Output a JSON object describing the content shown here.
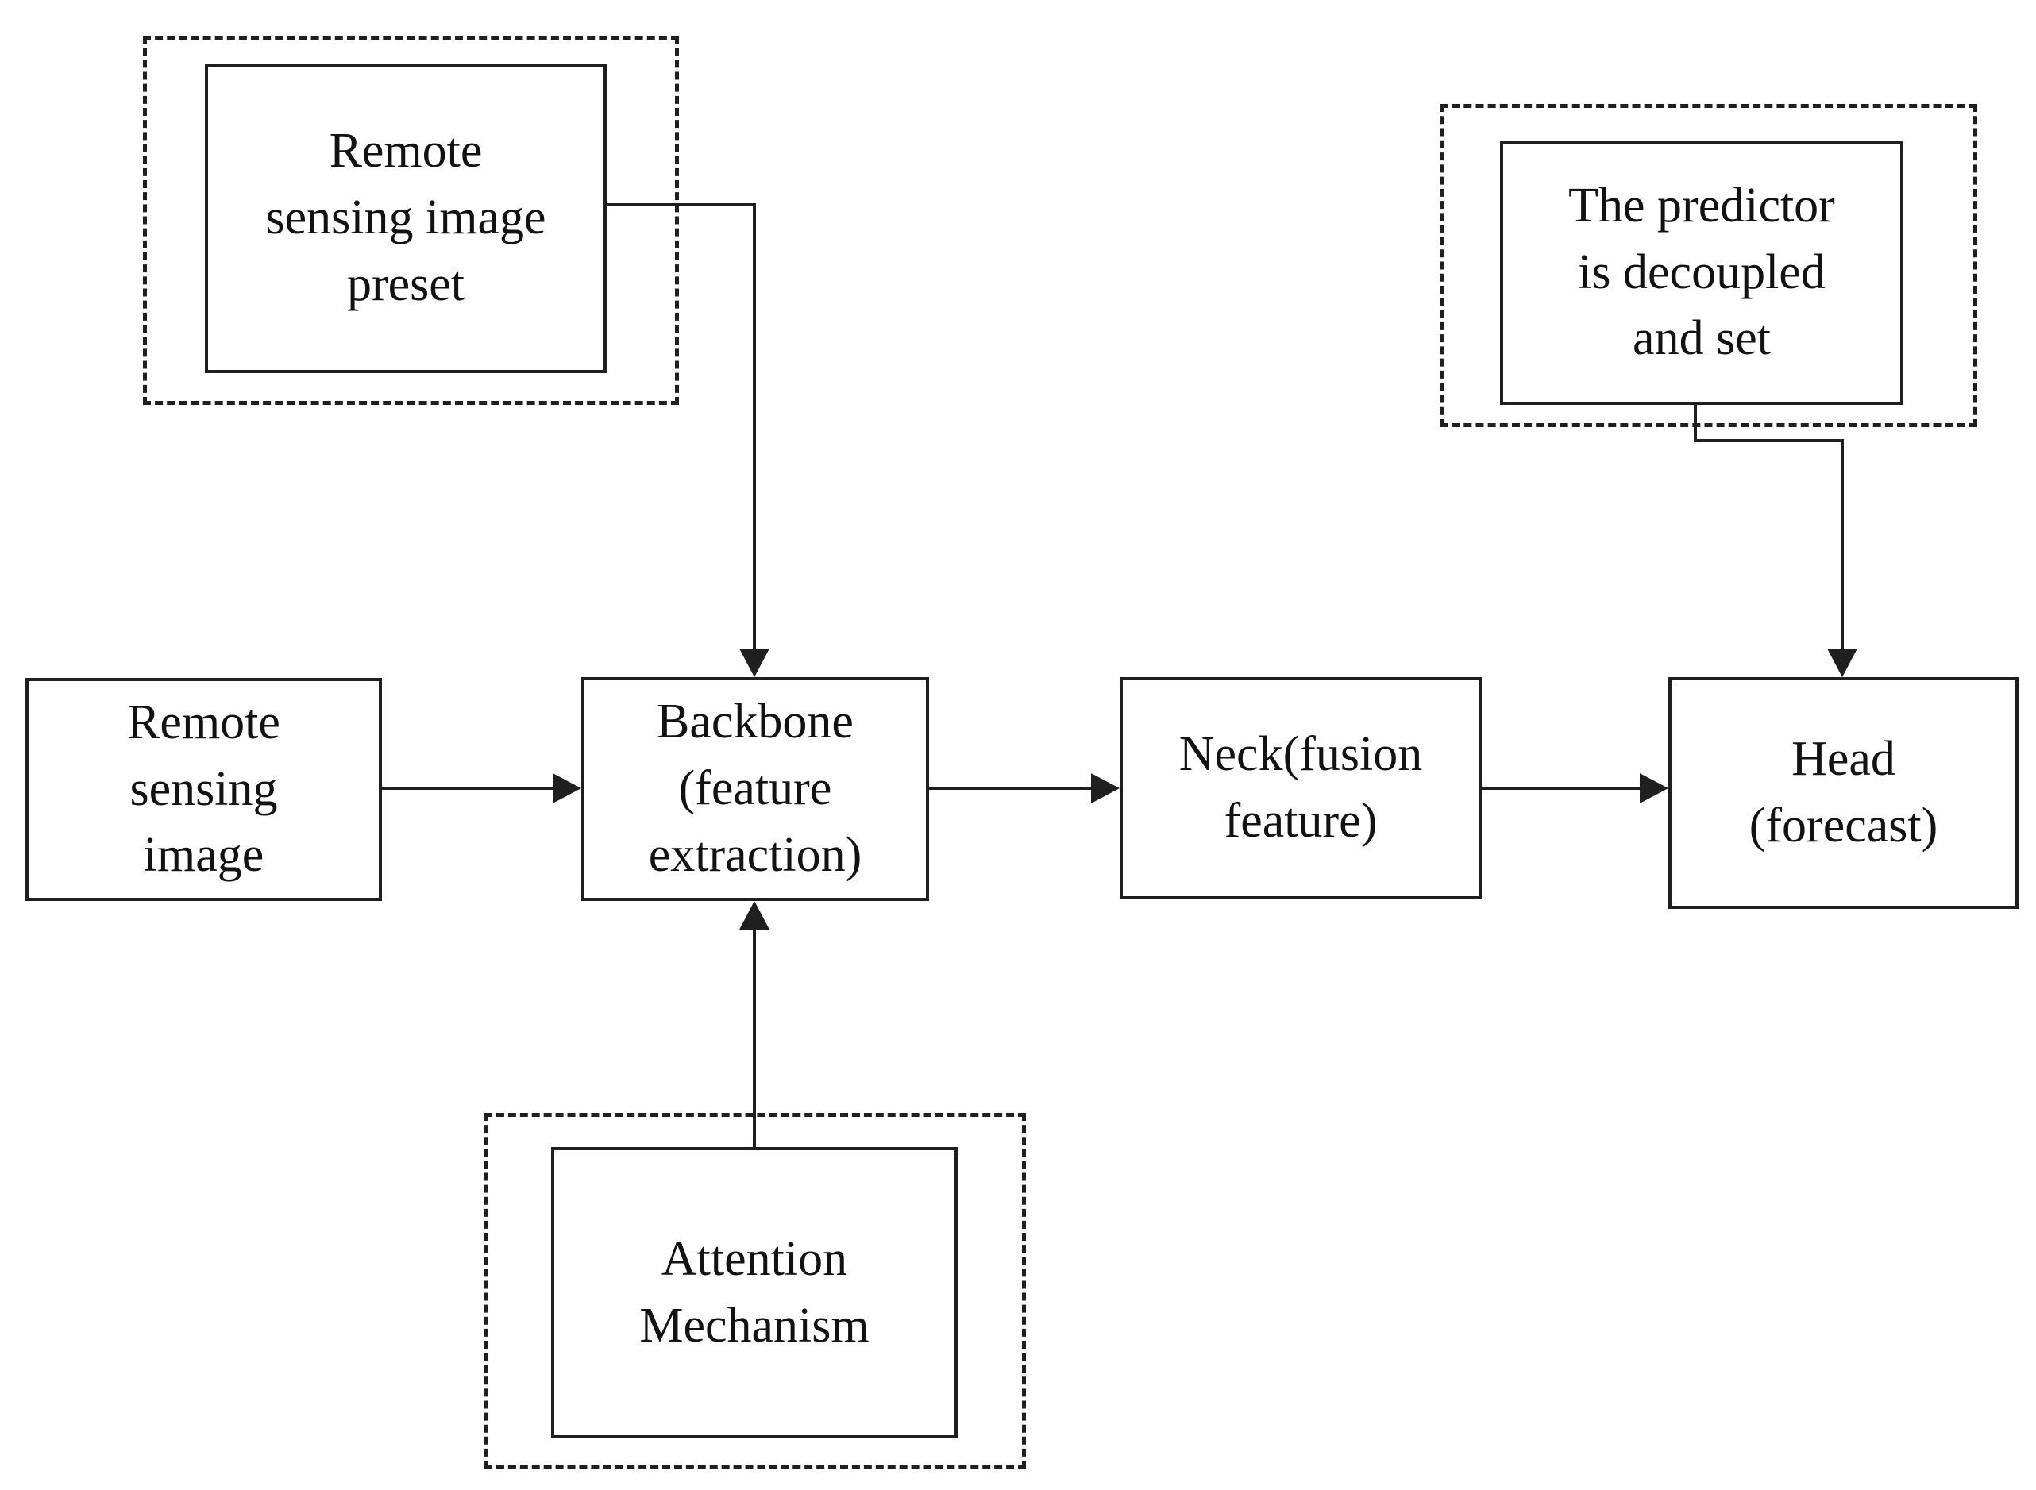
{
  "diagram": {
    "title": "Remote sensing object detection architecture flowchart",
    "background_color": "#ffffff",
    "line_color": "#1f1f1f",
    "nodes": {
      "preset": {
        "label": "Remote\nsensing image\npreset"
      },
      "predictor": {
        "label": "The predictor\nis decoupled\nand set"
      },
      "input": {
        "label": "Remote\nsensing\nimage"
      },
      "backbone": {
        "label": "Backbone\n(feature\nextraction)"
      },
      "neck": {
        "label": "Neck(fusion\nfeature)"
      },
      "head": {
        "label": "Head\n(forecast)"
      },
      "attention": {
        "label": "Attention\nMechanism"
      }
    },
    "edges": [
      {
        "from": "preset",
        "to": "backbone"
      },
      {
        "from": "input",
        "to": "backbone"
      },
      {
        "from": "backbone",
        "to": "neck"
      },
      {
        "from": "neck",
        "to": "head"
      },
      {
        "from": "predictor",
        "to": "head"
      },
      {
        "from": "attention",
        "to": "backbone"
      }
    ]
  }
}
